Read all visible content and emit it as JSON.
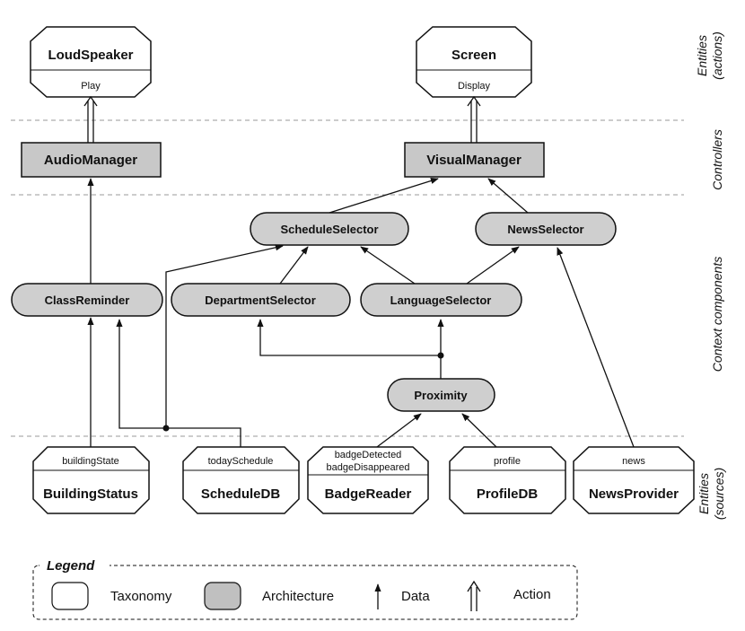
{
  "layers": {
    "actions": [
      "Entities",
      "(actions)"
    ],
    "controllers": "Controllers",
    "context": "Context components",
    "sources": [
      "Entities",
      "(sources)"
    ]
  },
  "entities_actions": [
    {
      "name": "LoudSpeaker",
      "label": "Play"
    },
    {
      "name": "Screen",
      "label": "Display"
    }
  ],
  "controllers": [
    "AudioManager",
    "VisualManager"
  ],
  "context_components": {
    "schedule_selector": "ScheduleSelector",
    "news_selector": "NewsSelector",
    "class_reminder": "ClassReminder",
    "department_selector": "DepartmentSelector",
    "language_selector": "LanguageSelector",
    "proximity": "Proximity"
  },
  "entities_sources": [
    {
      "name": "BuildingStatus",
      "labels": [
        "buildingState"
      ]
    },
    {
      "name": "ScheduleDB",
      "labels": [
        "todaySchedule"
      ]
    },
    {
      "name": "BadgeReader",
      "labels": [
        "badgeDetected",
        "badgeDisappeared"
      ]
    },
    {
      "name": "ProfileDB",
      "labels": [
        "profile"
      ]
    },
    {
      "name": "NewsProvider",
      "labels": [
        "news"
      ]
    }
  ],
  "legend": {
    "title": "Legend",
    "taxonomy": "Taxonomy",
    "architecture": "Architecture",
    "data": "Data",
    "action": "Action"
  }
}
